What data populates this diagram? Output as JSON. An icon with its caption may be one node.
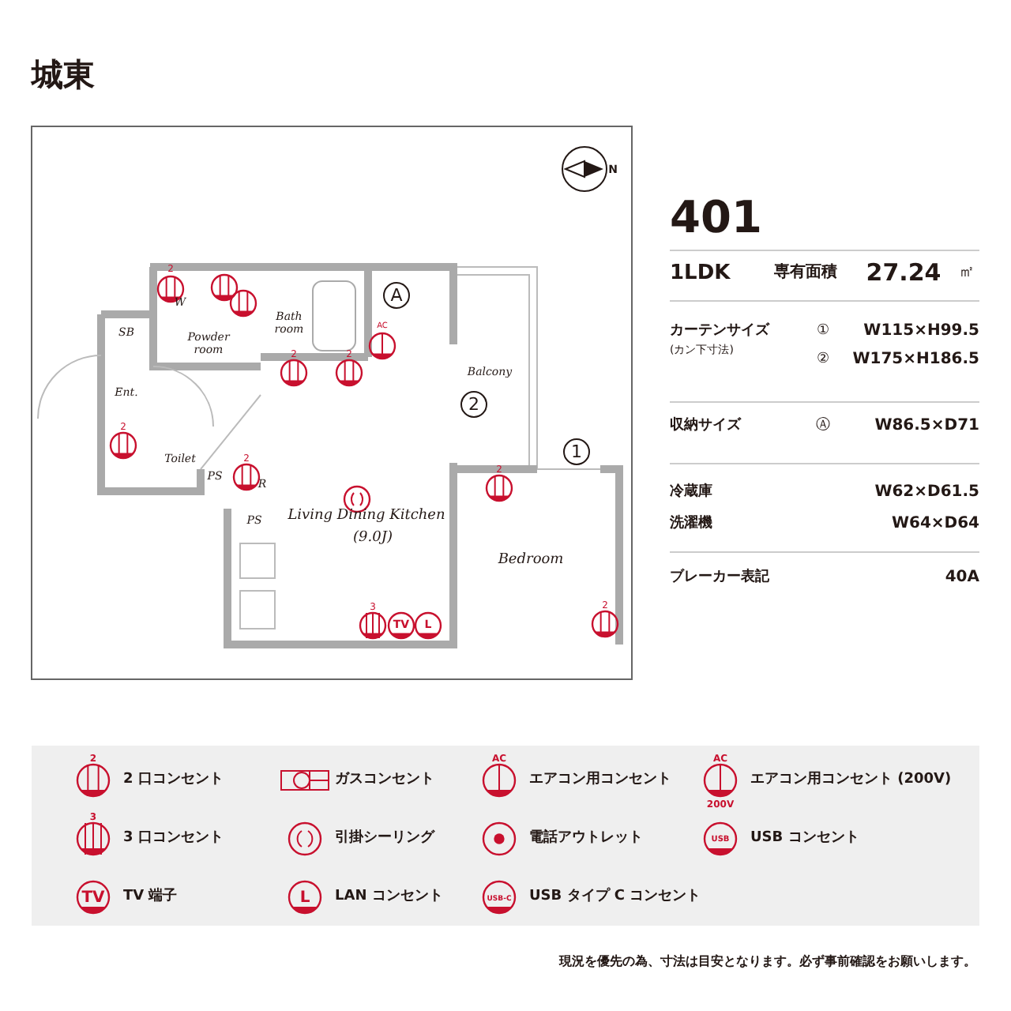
{
  "diagram": {
    "title": "城東",
    "labels": [
      "N",
      "2",
      "W",
      "Bath room",
      "A",
      "AC",
      "SB",
      "Powder room",
      "2",
      "2",
      "Balcony",
      "2",
      "Ent.",
      "2",
      "Toilet",
      "1",
      "PS",
      "2",
      "R",
      "2",
      "Living Dining Kitchen",
      "(9.0J)",
      "PS",
      "Bedroom",
      "3",
      "TV",
      "L",
      "2",
      "401",
      "1LDK",
      "専有面積",
      "27.24",
      "㎡",
      "カーテンサイズ",
      "(カン下寸法)",
      "①",
      "W115×H99.5",
      "②",
      "W175×H186.5",
      "収納サイズ",
      "Ⓐ",
      "W86.5×D71",
      "冷蔵庫",
      "W62×D61.5",
      "洗濯機",
      "W64×D64",
      "ブレーカー表記",
      "40A",
      "2",
      "AC",
      "AC",
      "200V",
      "3",
      "USB",
      "TV",
      "L",
      "USB-C",
      "現況を優先の為、寸法は目安となります。必ず事前確認をお願いします。"
    ],
    "legend": [
      {
        "text": "2 口コンセント"
      },
      {
        "text": "ガスコンセント"
      },
      {
        "text": "エアコン用コンセント"
      },
      {
        "text": "エアコン用コンセント (200V)"
      },
      {
        "text": "3 口コンセント"
      },
      {
        "text": "引掛シーリング"
      },
      {
        "text": "電話アウトレット"
      },
      {
        "text": "USB コンセント"
      },
      {
        "text": "TV 端子"
      },
      {
        "text": "LAN コンセント"
      },
      {
        "text": "USB タイプ C コンセント"
      }
    ]
  }
}
